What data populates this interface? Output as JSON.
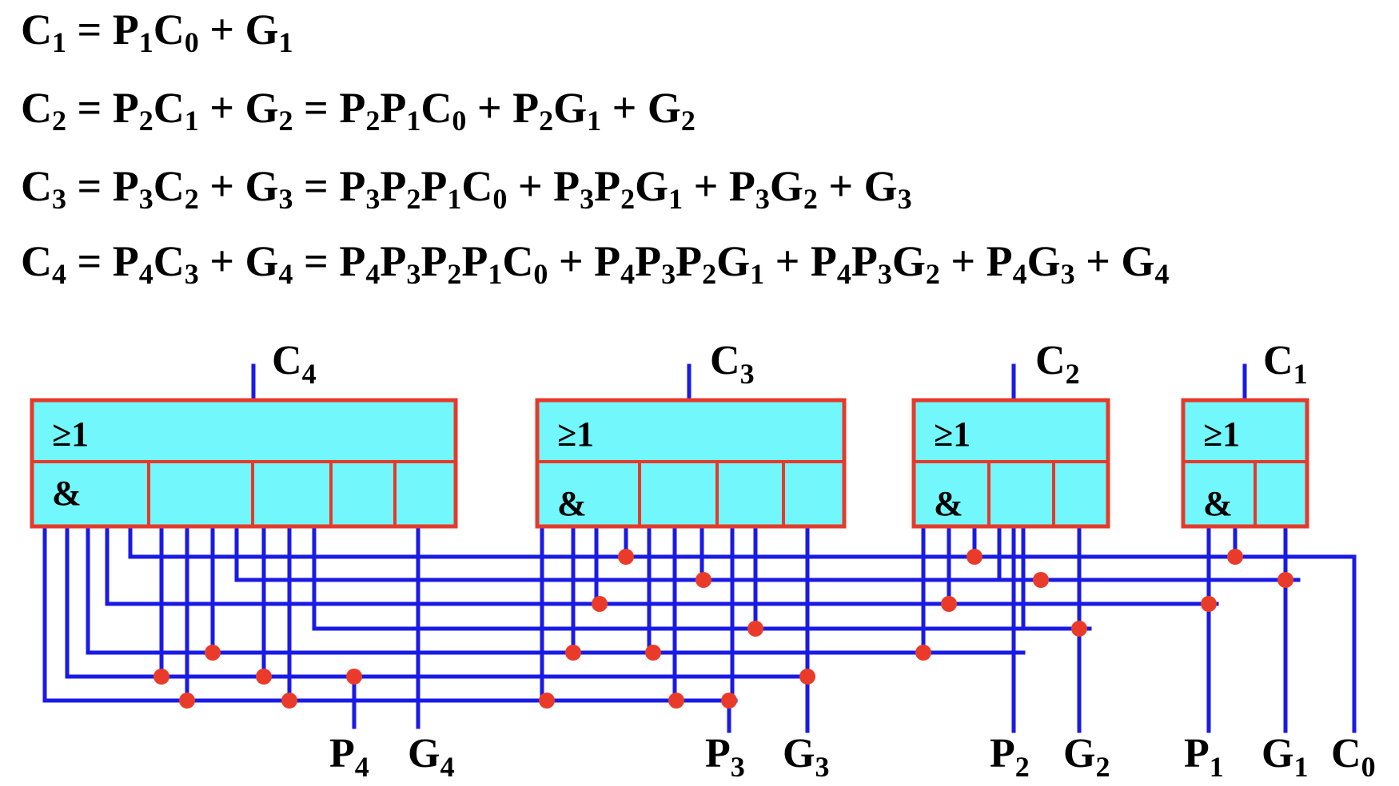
{
  "equations": [
    [
      {
        "t": "C"
      },
      {
        "s": "1"
      },
      {
        "t": " = P"
      },
      {
        "s": "1"
      },
      {
        "t": "C"
      },
      {
        "s": "0"
      },
      {
        "t": " + G"
      },
      {
        "s": "1"
      }
    ],
    [
      {
        "t": "C"
      },
      {
        "s": "2"
      },
      {
        "t": " = P"
      },
      {
        "s": "2"
      },
      {
        "t": "C"
      },
      {
        "s": "1"
      },
      {
        "t": " + G"
      },
      {
        "s": "2"
      },
      {
        "t": " = P"
      },
      {
        "s": "2"
      },
      {
        "t": "P"
      },
      {
        "s": "1"
      },
      {
        "t": "C"
      },
      {
        "s": "0"
      },
      {
        "t": " + P"
      },
      {
        "s": "2"
      },
      {
        "t": "G"
      },
      {
        "s": "1"
      },
      {
        "t": " + G"
      },
      {
        "s": "2"
      }
    ],
    [
      {
        "t": "C"
      },
      {
        "s": "3"
      },
      {
        "t": " = P"
      },
      {
        "s": "3"
      },
      {
        "t": "C"
      },
      {
        "s": "2"
      },
      {
        "t": " + G"
      },
      {
        "s": "3"
      },
      {
        "t": " = P"
      },
      {
        "s": "3"
      },
      {
        "t": "P"
      },
      {
        "s": "2"
      },
      {
        "t": "P"
      },
      {
        "s": "1"
      },
      {
        "t": "C"
      },
      {
        "s": "0"
      },
      {
        "t": " + P"
      },
      {
        "s": "3"
      },
      {
        "t": "P"
      },
      {
        "s": "2"
      },
      {
        "t": "G"
      },
      {
        "s": "1"
      },
      {
        "t": " + P"
      },
      {
        "s": "3"
      },
      {
        "t": "G"
      },
      {
        "s": "2"
      },
      {
        "t": " + G"
      },
      {
        "s": "3"
      }
    ],
    [
      {
        "t": "C"
      },
      {
        "s": "4"
      },
      {
        "t": " = P"
      },
      {
        "s": "4"
      },
      {
        "t": "C"
      },
      {
        "s": "3"
      },
      {
        "t": " + G"
      },
      {
        "s": "4"
      },
      {
        "t": " = P"
      },
      {
        "s": "4"
      },
      {
        "t": "P"
      },
      {
        "s": "3"
      },
      {
        "t": "P"
      },
      {
        "s": "2"
      },
      {
        "t": "P"
      },
      {
        "s": "1"
      },
      {
        "t": "C"
      },
      {
        "s": "0"
      },
      {
        "t": " + P"
      },
      {
        "s": "4"
      },
      {
        "t": "P"
      },
      {
        "s": "3"
      },
      {
        "t": "P"
      },
      {
        "s": "2"
      },
      {
        "t": "G"
      },
      {
        "s": "1"
      },
      {
        "t": " + P"
      },
      {
        "s": "4"
      },
      {
        "t": "P"
      },
      {
        "s": "3"
      },
      {
        "t": "G"
      },
      {
        "s": "2"
      },
      {
        "t": " + P"
      },
      {
        "s": "4"
      },
      {
        "t": "G"
      },
      {
        "s": "3"
      },
      {
        "t": " + G"
      },
      {
        "s": "4"
      }
    ]
  ],
  "gates": [
    {
      "or_label": "≥1",
      "and_label": "&",
      "output": {
        "base": "C",
        "sub": "4"
      }
    },
    {
      "or_label": "≥1",
      "and_label": "&",
      "output": {
        "base": "C",
        "sub": "3"
      }
    },
    {
      "or_label": "≥1",
      "and_label": "&",
      "output": {
        "base": "C",
        "sub": "2"
      }
    },
    {
      "or_label": "≥1",
      "and_label": "&",
      "output": {
        "base": "C",
        "sub": "1"
      }
    }
  ],
  "inputs": [
    {
      "base": "P",
      "sub": "4"
    },
    {
      "base": "G",
      "sub": "4"
    },
    {
      "base": "P",
      "sub": "3"
    },
    {
      "base": "G",
      "sub": "3"
    },
    {
      "base": "P",
      "sub": "2"
    },
    {
      "base": "G",
      "sub": "2"
    },
    {
      "base": "P",
      "sub": "1"
    },
    {
      "base": "G",
      "sub": "1"
    },
    {
      "base": "C",
      "sub": "0"
    }
  ],
  "colors": {
    "gate_fill": "#72f8fc",
    "gate_border": "#e53a2b",
    "wire": "#1a1ae6",
    "junction": "#ea3b2a"
  }
}
